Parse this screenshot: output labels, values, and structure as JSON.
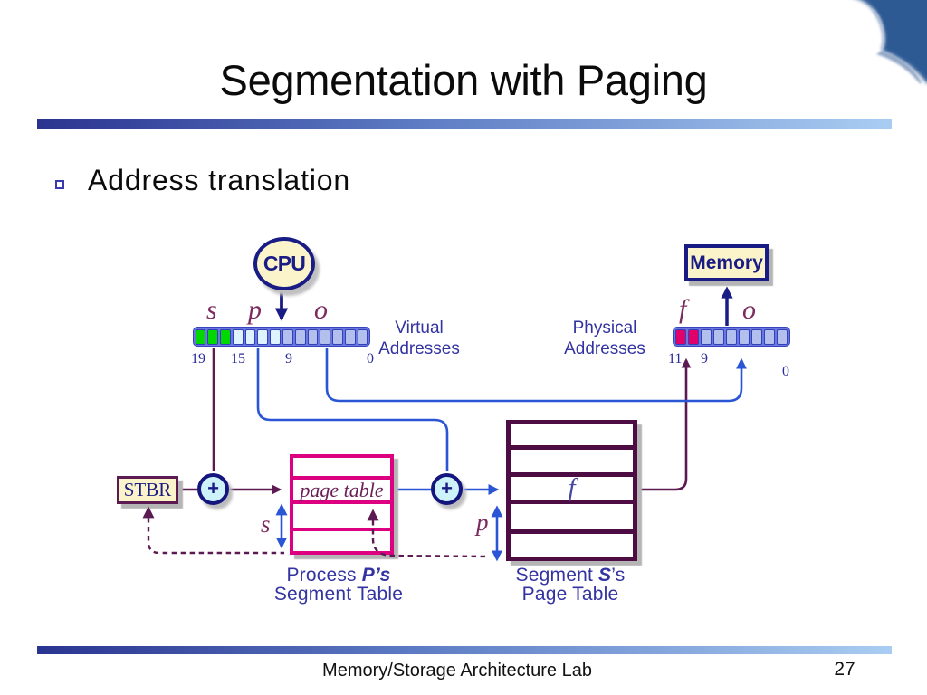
{
  "slide": {
    "title": "Segmentation with Paging",
    "bullet_text": "Address translation",
    "footer": "Memory/Storage Architecture Lab",
    "page_number": "27"
  },
  "diagram": {
    "cpu_label": "CPU",
    "memory_label": "Memory",
    "stbr_label": "STBR",
    "adder1_label": "+",
    "adder2_label": "+",
    "virtual_address": {
      "caption_line1": "Virtual",
      "caption_line2": "Addresses",
      "field_label_s": "s",
      "field_label_p": "p",
      "field_label_o": "o",
      "bit_19": "19",
      "bit_15": "15",
      "bit_9": "9",
      "bit_0": "0",
      "cells": [
        {
          "color": "green",
          "count": 3
        },
        {
          "color": "pale",
          "count": 4
        },
        {
          "color": "lavender",
          "count": 7
        }
      ]
    },
    "physical_address": {
      "caption_line1": "Physical",
      "caption_line2": "Addresses",
      "field_label_f": "f",
      "field_label_o": "o",
      "bit_11": "11",
      "bit_9": "9",
      "bit_0": "0",
      "cells": [
        {
          "color": "crimson",
          "count": 2
        },
        {
          "color": "lavender",
          "count": 7
        }
      ]
    },
    "segment_table": {
      "row_label": "page table",
      "range_label": "s",
      "caption_line1_prefix": "Process ",
      "caption_line1_em": "P’s",
      "caption_line2": "Segment Table"
    },
    "page_table": {
      "row_label": "f",
      "range_label": "p",
      "caption_line1_prefix": "Segment ",
      "caption_line1_em": "S",
      "caption_line1_suffix": "’s",
      "caption_line2": "Page Table"
    },
    "colors": {
      "navy": "#1a1c86",
      "maroon_line": "#5b1a52",
      "magenta_border": "#dc0080",
      "dark_plum_border": "#4e0c44",
      "blue_wire": "#2a56d6",
      "green_cell": "#00d800",
      "pale_cell": "#dff3fe",
      "lavender_cell": "#b3c0ee",
      "crimson_cell": "#e2006b",
      "cream_fill": "#fbf4ca",
      "adder_fill": "#cdf2f9",
      "label_maroon": "#7c2b5e",
      "label_navy": "#3333a2",
      "bar_gradient_left": "#2a3490",
      "bar_gradient_right": "#a9cdf2",
      "corner_blue": "#2d5a94"
    }
  }
}
